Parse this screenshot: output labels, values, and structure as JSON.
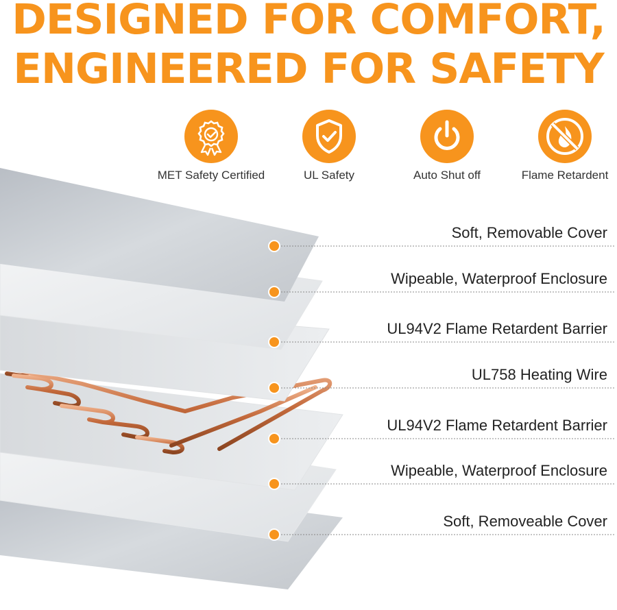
{
  "headline": {
    "line1": "DESIGNED FOR COMFORT,",
    "line2": "ENGINEERED FOR SAFETY"
  },
  "accent_color": "#f7941d",
  "badges": [
    {
      "label": "MET Safety Certified",
      "icon": "certified-ribbon-icon"
    },
    {
      "label": "UL Safety",
      "icon": "shield-check-icon"
    },
    {
      "label": "Auto Shut off",
      "icon": "power-icon"
    },
    {
      "label": "Flame Retardent",
      "icon": "no-flame-icon"
    }
  ],
  "layers": [
    {
      "label": "Soft, Removable Cover"
    },
    {
      "label": "Wipeable, Waterproof Enclosure"
    },
    {
      "label": "UL94V2 Flame Retardent Barrier"
    },
    {
      "label": "UL758 Heating Wire"
    },
    {
      "label": "UL94V2 Flame Retardent Barrier"
    },
    {
      "label": "Wipeable, Waterproof Enclosure"
    },
    {
      "label": "Soft, Removeable Cover"
    }
  ]
}
